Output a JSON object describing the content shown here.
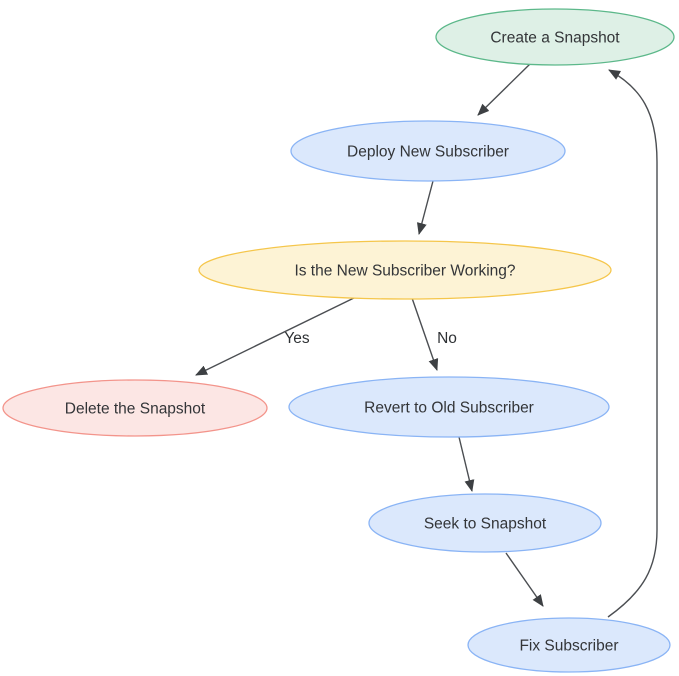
{
  "diagram": {
    "type": "flowchart",
    "background": "#ffffff",
    "text_color": "#333538",
    "edge_color": "#4b4e52",
    "arrowhead_color": "#3d4043",
    "nodes": [
      {
        "id": "create_snapshot",
        "label": "Create a Snapshot",
        "shape": "ellipse",
        "fill": "#def0e6",
        "stroke": "#5cb88a"
      },
      {
        "id": "deploy_new_subscriber",
        "label": "Deploy New Subscriber",
        "shape": "ellipse",
        "fill": "#dbe8fc",
        "stroke": "#8ab4f5"
      },
      {
        "id": "is_subscriber_working",
        "label": "Is the New Subscriber Working?",
        "shape": "ellipse",
        "fill": "#fdf3d5",
        "stroke": "#f5c64b"
      },
      {
        "id": "delete_snapshot",
        "label": "Delete the Snapshot",
        "shape": "ellipse",
        "fill": "#fce6e4",
        "stroke": "#f3948b"
      },
      {
        "id": "revert_old_subscriber",
        "label": "Revert to Old Subscriber",
        "shape": "ellipse",
        "fill": "#dbe8fc",
        "stroke": "#8ab4f5"
      },
      {
        "id": "seek_to_snapshot",
        "label": "Seek to Snapshot",
        "shape": "ellipse",
        "fill": "#dbe8fc",
        "stroke": "#8ab4f5"
      },
      {
        "id": "fix_subscriber",
        "label": "Fix Subscriber",
        "shape": "ellipse",
        "fill": "#dbe8fc",
        "stroke": "#8ab4f5"
      }
    ],
    "edges": [
      {
        "from": "create_snapshot",
        "to": "deploy_new_subscriber",
        "label": ""
      },
      {
        "from": "deploy_new_subscriber",
        "to": "is_subscriber_working",
        "label": ""
      },
      {
        "from": "is_subscriber_working",
        "to": "delete_snapshot",
        "label": "Yes"
      },
      {
        "from": "is_subscriber_working",
        "to": "revert_old_subscriber",
        "label": "No"
      },
      {
        "from": "revert_old_subscriber",
        "to": "seek_to_snapshot",
        "label": ""
      },
      {
        "from": "seek_to_snapshot",
        "to": "fix_subscriber",
        "label": ""
      },
      {
        "from": "fix_subscriber",
        "to": "create_snapshot",
        "label": ""
      }
    ]
  }
}
